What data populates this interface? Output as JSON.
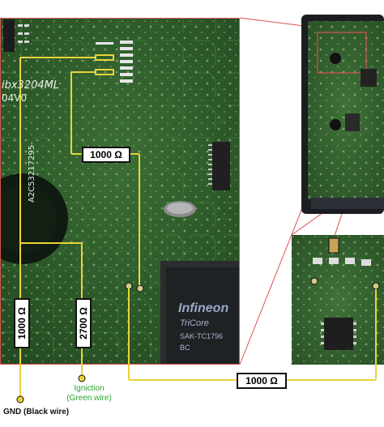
{
  "silkscreen": {
    "part_code": "ibx3204ML",
    "rev_code": "04V0",
    "serial_code": "A2C53217295-"
  },
  "chip_label": {
    "brand": "Infineon",
    "family": "TriCore",
    "part": "SAK-TC1796",
    "line4": "BC"
  },
  "resistors": {
    "top_mid": "1000 Ω",
    "left_vertical": "1000 Ω",
    "mid_vertical": "2700 Ω",
    "bottom": "1000 Ω"
  },
  "labels": {
    "ignition_line1": "Igniction",
    "ignition_line2": "(Green wire)",
    "gnd": "GND (Black wire)"
  },
  "colors": {
    "wire_yellow": "#e8d43a",
    "ignition_green": "#2ea32e",
    "pcb_green": "#2e5f2a",
    "callout_red": "#d9534f"
  }
}
